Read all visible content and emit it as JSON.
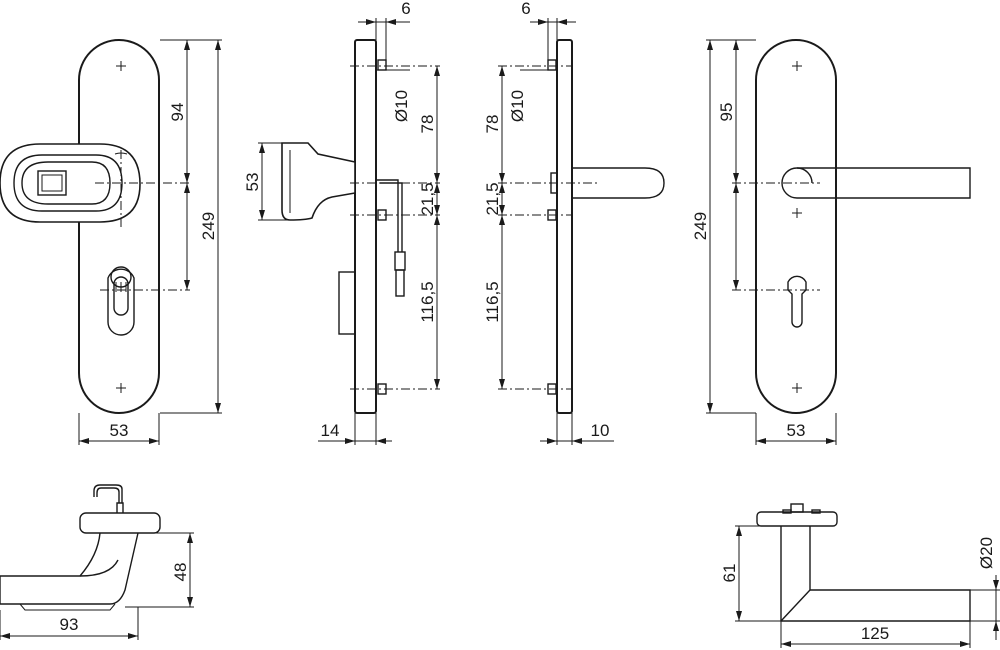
{
  "dimensions": {
    "front_width": "53",
    "front_height": "249",
    "front_spacing": "94",
    "front_reader_height": "53",
    "side_offset_left": "6",
    "side_offset_right": "6",
    "side_hole_left": "Ø10",
    "side_hole_right": "Ø10",
    "side_top_left": "78",
    "side_top_right": "78",
    "side_mid_left": "21,5",
    "side_mid_right": "21,5",
    "side_bottom_left": "116,5",
    "side_bottom_right": "116,5",
    "side_thickness_left": "14",
    "side_thickness_right": "10",
    "rear_height": "249",
    "rear_spacing": "95",
    "rear_width": "53",
    "plan_left_height": "48",
    "plan_left_length": "93",
    "plan_right_height": "61",
    "plan_right_length": "125",
    "plan_right_diameter": "Ø20"
  }
}
